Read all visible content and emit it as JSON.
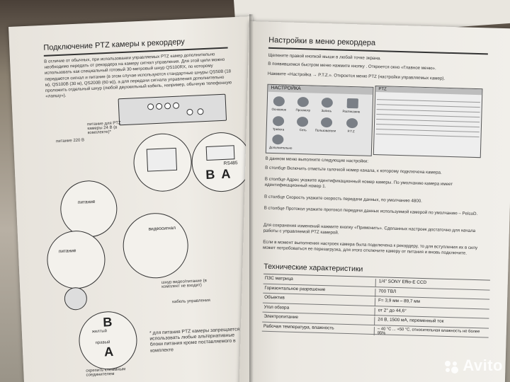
{
  "left_page": {
    "title": "Подключение PTZ камеры к рекордеру",
    "paragraph": "В отличие от обычных, при использовании управляемых PTZ камер дополнительно необходимо передать от рекордера на камеру сигнал управления. Для этой цели можно использовать как специальный готовый 30-метровый шнур QS100RX, по которому передаются сигнал и питание (в этом случае используются стандартные шнуры QS50B (18 м), QS100B (30 м), QS200B (60 м)), а для передачи сигнала управления дополнительно проложить отдельный шнур (любой двухжильный кабель, например, обычную телефонную «лапшу»).",
    "dvr_label": "кабель управления",
    "power_label": "питание 220 В",
    "adapter_label": "питание для PTZ камеры 24 В (в комплекте)*",
    "rs485": "RS485",
    "letter_b": "B",
    "letter_a": "A",
    "power_text": "питание",
    "video_text": "видеосигнал",
    "cord_text": "шнур видео/питание (в комплект не входит)",
    "yellow": "желтый",
    "brown": "правый",
    "clamp": "скрепить клеммным соединителем",
    "footnote": "* для питания PTZ камеры запрещается использовать любые альтернативные блоки питания кроме поставляемого в комплекте"
  },
  "right_page": {
    "title": "Настройки в меню рекордера",
    "p1": "Щелкните правой кнопкой мыши в любой точке экрана.",
    "p2": "В появившемся быстром меню нажмите кнопку . Откроется окно «Главное меню».",
    "p3": "Нажмите «Настройка → P.T.Z.». Откроется меню PTZ (настройки управляемых камер).",
    "ui_setup_title": "НАСТРОЙКА",
    "ui_items": [
      "Основное",
      "Просмотр",
      "Запись",
      "Расписание",
      "Тревога",
      "Сеть",
      "Пользователи",
      "P.T.Z",
      "Дополнительно"
    ],
    "ui_ptz_title": "PTZ",
    "steps_intro": "В данном меню выполните следующие настройки:",
    "s1": "В столбце Включить отметьте галочкой номер канала, к которому подключена камера.",
    "s2": "В столбце Адрес укажите идентификационный номер камеры. По умолчанию камера имеет идентификационный номер 1.",
    "s3": "В столбце Скорость укажите скорость передачи данных, по умолчанию 4800.",
    "s4": "В столбце Протокол укажите протокол передачи данных используемой камерой по умолчанию – PelcoD.",
    "s5": "Для сохранения изменений нажмите кнопку «Применить». Сделанных настроек достаточно для начала работы с управляемой PTZ камерой.",
    "s6": "Если в момент выполнения настроек камера была подключена к рекордеру, то для вступления их в силу может потребоваться ее перезагрузка, для этого отключите камеру от питания и вновь подключите.",
    "spec_title": "Технические характеристики",
    "specs": [
      {
        "k": "ПЗС матрица",
        "v": "1/4\" SONY Effio-E CCD"
      },
      {
        "k": "Горизонтальное разрешение",
        "v": "700 ТВЛ"
      },
      {
        "k": "Объектив",
        "v": "F= 3,9 мм – 89,7 мм"
      },
      {
        "k": "Угол обзора",
        "v": "от 2° до 44,6°"
      },
      {
        "k": "Электропитание",
        "v": "24 В, 1500 мА, переменный ток"
      },
      {
        "k": "Рабочая температура, влажность",
        "v": "– 40 °C ... +50 °C, относительная влажность не более 95%"
      }
    ]
  },
  "watermark": "Avito"
}
